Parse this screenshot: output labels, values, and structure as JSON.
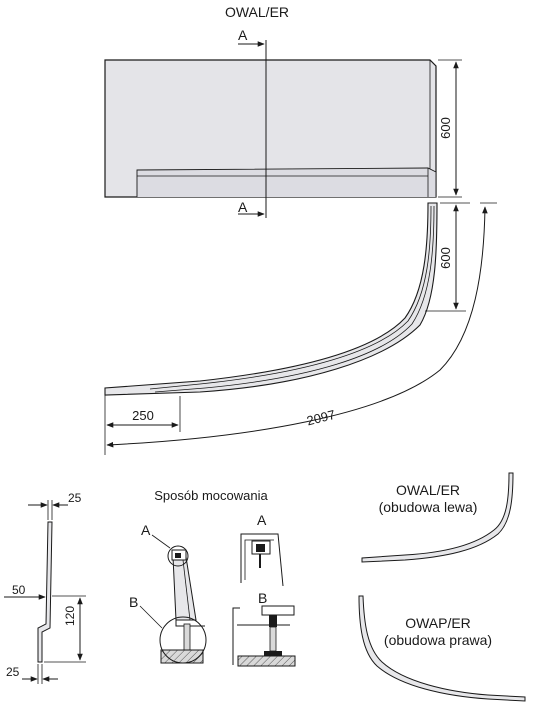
{
  "title": "OWAL/ER",
  "section_marker": "A",
  "dimensions": {
    "front_height": "600",
    "top_depth": "600",
    "lip_length": "250",
    "total_length": "2097",
    "profile_top": "25",
    "profile_step": "50",
    "profile_height": "120",
    "profile_bottom": "25"
  },
  "mounting": {
    "title": "Sposób mocowania",
    "detail_a": "A",
    "detail_b": "B"
  },
  "variants": {
    "left_name": "OWAL/ER",
    "left_desc": "(obudowa lewa)",
    "right_name": "OWAP/ER",
    "right_desc": "(obudowa prawa)"
  }
}
